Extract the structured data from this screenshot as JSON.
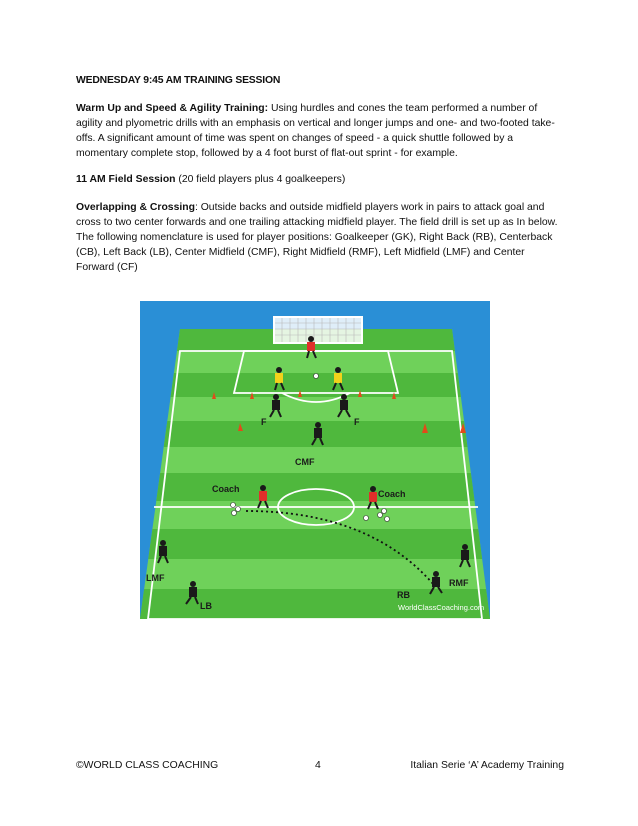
{
  "heading": "WEDNESDAY 9:45 AM TRAINING SESSION",
  "warmup": {
    "title": "Warm Up and Speed & Agility Training:",
    "body": "  Using hurdles and cones the team performed a number of agility and plyometric drills with an emphasis on vertical and longer jumps and one- and two-footed take-offs.  A significant amount of time was spent on changes of speed - a quick shuttle followed by a momentary complete stop, followed by a 4 foot burst of flat-out sprint - for example."
  },
  "field_session": {
    "title": "11 AM Field Session",
    "body": " (20 field players plus 4 goalkeepers)"
  },
  "crossing": {
    "title": "Overlapping & Crossing",
    "body": ":  Outside backs and outside midfield players work in pairs to attack goal and cross to two center forwards and one trailing attacking midfield player.  The field drill is set up as In below.  The following nomenclature is used for player positions: Goalkeeper (GK), Right Back (RB), Centerback (CB), Left Back (LB), Center Midfield (CMF), Right Midfield (RMF), Left Midfield (LMF) and Center Forward (CF)"
  },
  "diagram": {
    "labels": {
      "f_left": "F",
      "f_right": "F",
      "cmf": "CMF",
      "coach_left": "Coach",
      "coach_right": "Coach",
      "lmf": "LMF",
      "lb": "LB",
      "rb": "RB",
      "rmf": "RMF",
      "watermark": "WorldClassCoaching.com"
    },
    "colors": {
      "grass_light": "#6fd15a",
      "grass_dark": "#4fb83d",
      "sky": "#2a8fd6",
      "red_player": "#e0302a",
      "yellow_player": "#f2d21b",
      "black_player": "#1a1a1a",
      "cone": "#e24a1a"
    }
  },
  "footer": {
    "left": "©WORLD CLASS COACHING",
    "page": "4",
    "right": "Italian Serie ‘A’ Academy Training"
  }
}
